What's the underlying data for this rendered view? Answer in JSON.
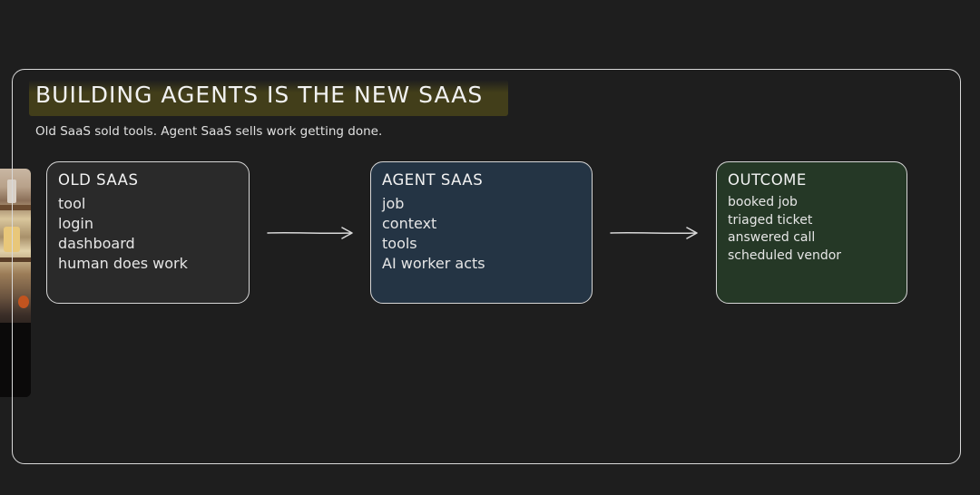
{
  "slide": {
    "title": "BUILDING AGENTS IS THE NEW SAAS",
    "subtitle": "Old SaaS sold tools. Agent SaaS sells work getting done."
  },
  "cards": [
    {
      "title": "OLD SAAS",
      "items": [
        "tool",
        "login",
        "dashboard",
        "human does work"
      ]
    },
    {
      "title": "AGENT SAAS",
      "items": [
        "job",
        "context",
        "tools",
        "AI worker acts"
      ]
    },
    {
      "title": "OUTCOME",
      "items": [
        "booked job",
        "triaged ticket",
        "answered call",
        "scheduled vendor"
      ]
    }
  ],
  "colors": {
    "background": "#1e1e1e",
    "old_card": "#2a2a2a",
    "agent_card": "#243444",
    "outcome_card": "#253826",
    "title_highlight": "#5f5816",
    "stroke": "#d9d9d9"
  }
}
